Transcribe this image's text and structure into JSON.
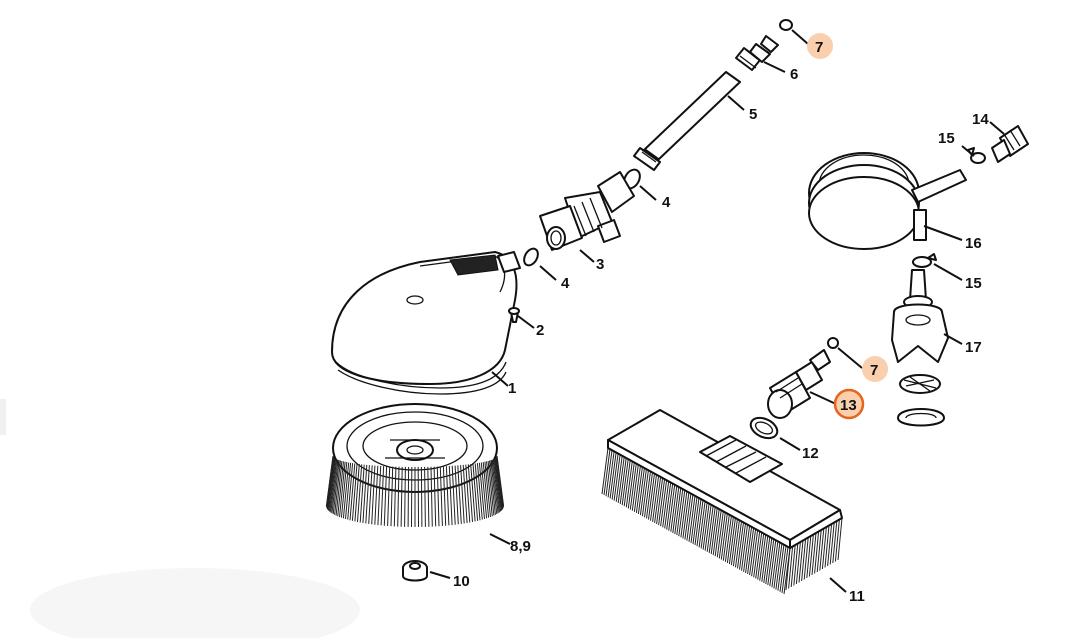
{
  "diagram": {
    "callouts": [
      {
        "id": "c1",
        "label": "1",
        "highlight": "none"
      },
      {
        "id": "c2",
        "label": "2",
        "highlight": "none"
      },
      {
        "id": "c3",
        "label": "3",
        "highlight": "none"
      },
      {
        "id": "c4a",
        "label": "4",
        "highlight": "none"
      },
      {
        "id": "c4b",
        "label": "4",
        "highlight": "none"
      },
      {
        "id": "c5",
        "label": "5",
        "highlight": "none"
      },
      {
        "id": "c6",
        "label": "6",
        "highlight": "none"
      },
      {
        "id": "c7a",
        "label": "7",
        "highlight": "soft"
      },
      {
        "id": "c7b",
        "label": "7",
        "highlight": "soft"
      },
      {
        "id": "c89",
        "label": "8,9",
        "highlight": "none"
      },
      {
        "id": "c10",
        "label": "10",
        "highlight": "none"
      },
      {
        "id": "c11",
        "label": "11",
        "highlight": "none"
      },
      {
        "id": "c12",
        "label": "12",
        "highlight": "none"
      },
      {
        "id": "c13",
        "label": "13",
        "highlight": "selected"
      },
      {
        "id": "c14",
        "label": "14",
        "highlight": "none"
      },
      {
        "id": "c15a",
        "label": "15",
        "highlight": "none"
      },
      {
        "id": "c15b",
        "label": "15",
        "highlight": "none"
      },
      {
        "id": "c16",
        "label": "16",
        "highlight": "none"
      },
      {
        "id": "c17",
        "label": "17",
        "highlight": "none"
      }
    ],
    "colors": {
      "soft_highlight_fill": "#f9cfae",
      "selected_highlight_fill": "#f9cfae",
      "selected_highlight_stroke": "#e8631c",
      "line": "#111111"
    }
  }
}
